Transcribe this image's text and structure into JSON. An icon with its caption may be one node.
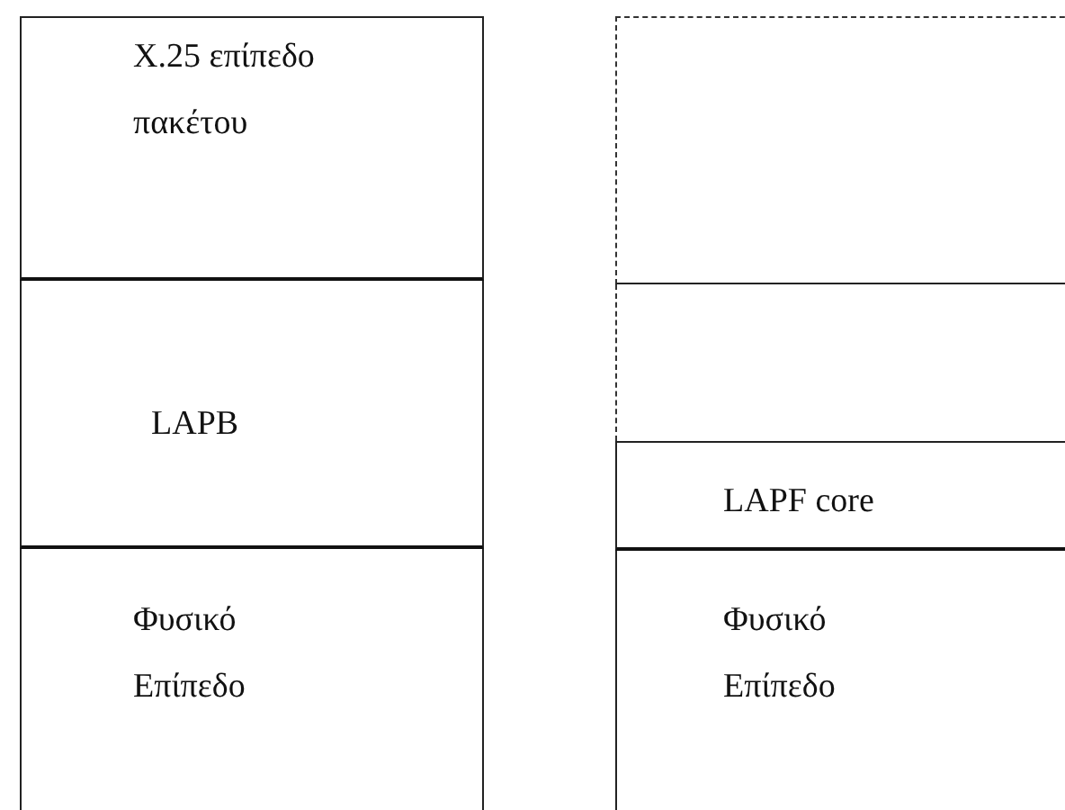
{
  "diagram": {
    "nodes": [
      {
        "text": [
          "X.25 επίπεδο πακέτου"
        ]
      },
      {
        "text": [
          "LAPB"
        ]
      },
      {
        "text": [
          "Φυσικό Επίπεδο"
        ]
      },
      {
        "text": [],
        "shape": "box"
      },
      {
        "text": [],
        "shape": "box"
      },
      {
        "text": [
          "LAPF core"
        ]
      },
      {
        "text": [
          "Φυσικό Επίπεδο"
        ]
      }
    ]
  }
}
